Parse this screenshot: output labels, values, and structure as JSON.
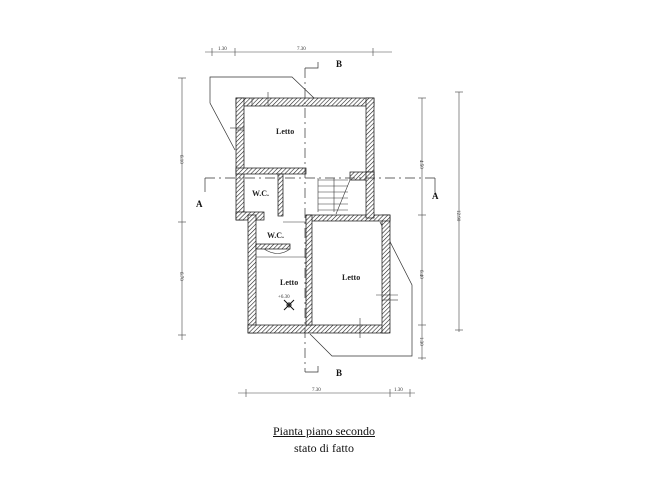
{
  "rooms": {
    "letto_top": "Letto",
    "wc_left": "W.C.",
    "wc_mid": "W.C.",
    "letto_left": "Letto",
    "letto_right": "Letto"
  },
  "elevation": "+6.30",
  "section_marks": {
    "b_top": "B",
    "b_bottom": "B",
    "a_left": "A",
    "a_right": "A"
  },
  "dimensions": {
    "top_small": "1.30",
    "top_main": "7.30",
    "bottom_main": "7.30",
    "bottom_small": "1.30",
    "left_upper": "6.10",
    "left_lower": "6.70",
    "right_upper": "4.50",
    "right_lower": "6.40",
    "right_bottom": "1.30",
    "right_total": "12.90"
  },
  "caption": {
    "title": "Pianta piano secondo",
    "subtitle": "stato di fatto"
  }
}
